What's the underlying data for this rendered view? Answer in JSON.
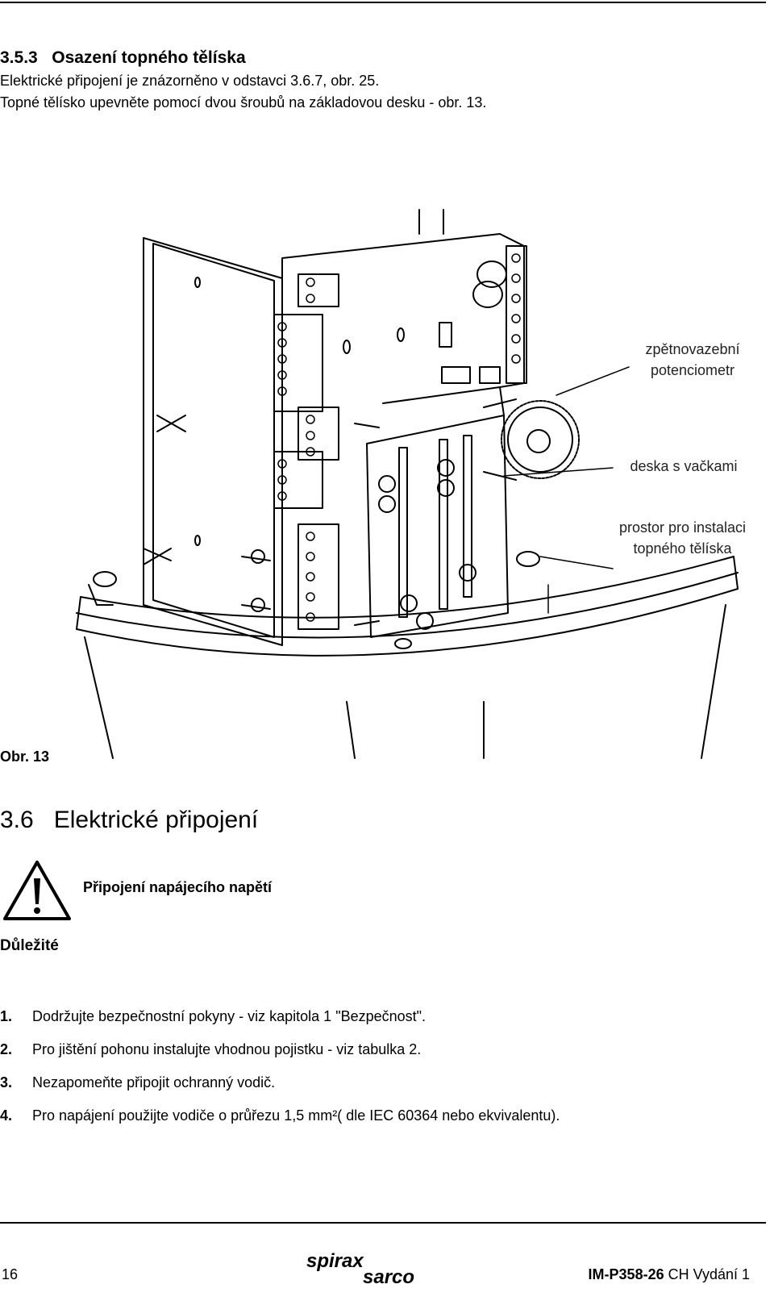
{
  "section": {
    "number": "3.5.3",
    "title": "Osazení topného tělíska",
    "lines": [
      "Elektrické připojení je znázorněno v odstavci 3.6.7, obr. 25.",
      "Topné tělísko upevněte pomocí dvou šroubů na základovou desku - obr. 13."
    ]
  },
  "figure": {
    "caption": "Obr. 13",
    "labels": {
      "potentiometer_1": "zpětnovazební",
      "potentiometer_2": "potenciometr",
      "cam_board": "deska s vačkami",
      "heater_space_1": "prostor pro instalaci",
      "heater_space_2": "topného tělíska"
    }
  },
  "section2": {
    "number": "3.6",
    "title": "Elektrické připojení"
  },
  "warning": {
    "title": "Připojení napájecího napětí",
    "label": "Důležité"
  },
  "list": [
    {
      "num": "1.",
      "text": "Dodržujte bezpečnostní pokyny - viz kapitola 1 \"Bezpečnost\"."
    },
    {
      "num": "2.",
      "text": "Pro jištění pohonu instalujte vhodnou pojistku - viz tabulka 2."
    },
    {
      "num": "3.",
      "text": "Nezapomeňte připojit ochranný vodič."
    },
    {
      "num": "4.",
      "text": "Pro napájení použijte vodiče o průřezu 1,5 mm²( dle IEC 60364 nebo ekvivalentu)."
    }
  ],
  "footer": {
    "page": "16",
    "brand_top": "spirax",
    "brand_bottom": "sarco",
    "doc_id": "IM-P358-26",
    "doc_rest": "CH Vydání 1"
  }
}
